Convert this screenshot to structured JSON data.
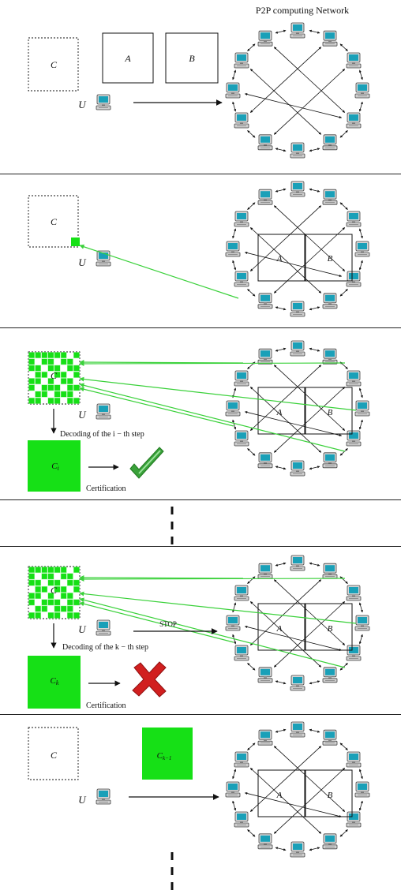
{
  "title": "P2P computing Network",
  "labels": {
    "C": "C",
    "A": "A",
    "B": "B",
    "U": "U",
    "Ci": "C",
    "Ci_sub": "i",
    "Ck": "C",
    "Ck_sub": "k",
    "Ck1": "C",
    "Ck1_sub": "k−1",
    "decoding_i": "Decoding of the i − th step",
    "decoding_k": "Decoding of the k − th step",
    "certification": "Certification",
    "stop": "STOP"
  },
  "colors": {
    "green": "#16e016",
    "green_line": "#3ad13a",
    "stop_red": "#d42020",
    "check_green": "#3aa13a",
    "cross_red": "#d11f1f",
    "monitor_screen": "#1aa0b8"
  },
  "icons": [
    "computer-icon",
    "checkmark-icon",
    "cross-icon"
  ]
}
